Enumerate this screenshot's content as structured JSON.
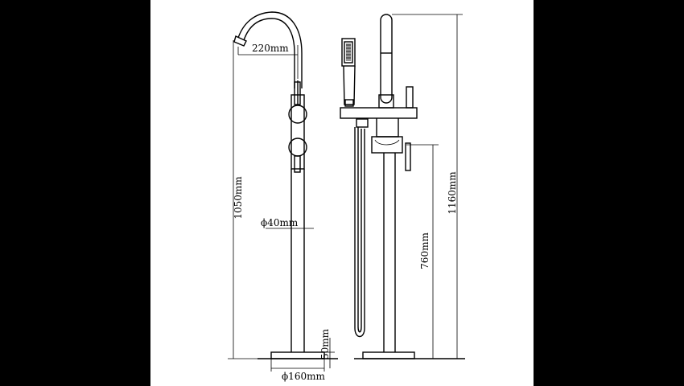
{
  "drawing": {
    "spout_reach": "220mm",
    "spout_height": "1050mm",
    "pipe_diameter": "ϕ40mm",
    "base_diameter": "ϕ160mm",
    "base_height": "50mm",
    "handle_height": "760mm",
    "overall_height": "1160mm"
  }
}
